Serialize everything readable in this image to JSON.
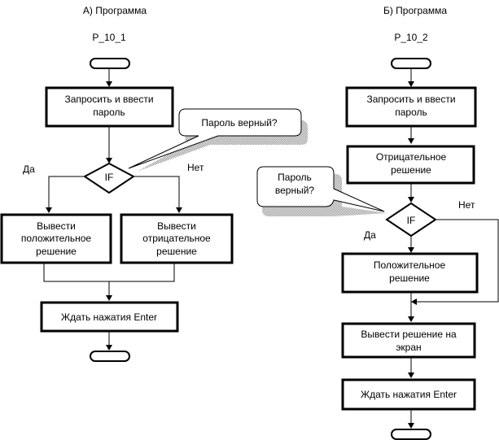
{
  "diagram_a": {
    "title": "А) Программа",
    "name": "P_10_1",
    "step_request": [
      "Запросить и ввести",
      "пароль"
    ],
    "callout": "Пароль верный?",
    "decision": "IF",
    "yes_label": "Да",
    "no_label": "Нет",
    "yes_branch": [
      "Вывести",
      "положительное",
      "решение"
    ],
    "no_branch": [
      "Вывести",
      "отрицательное",
      "решение"
    ],
    "step_wait": "Ждать нажатия Enter"
  },
  "diagram_b": {
    "title": "Б) Программа",
    "name": "P_10_2",
    "step_request": [
      "Запросить и ввести",
      "пароль"
    ],
    "step_negative": [
      "Отрицательное",
      "решение"
    ],
    "callout": [
      "Пароль",
      "верный?"
    ],
    "decision": "IF",
    "yes_label": "Да",
    "no_label": "Нет",
    "step_positive": [
      "Положительное",
      "решение"
    ],
    "step_output": [
      "Вывести решение на",
      "экран"
    ],
    "step_wait": "Ждать нажатия Enter"
  }
}
